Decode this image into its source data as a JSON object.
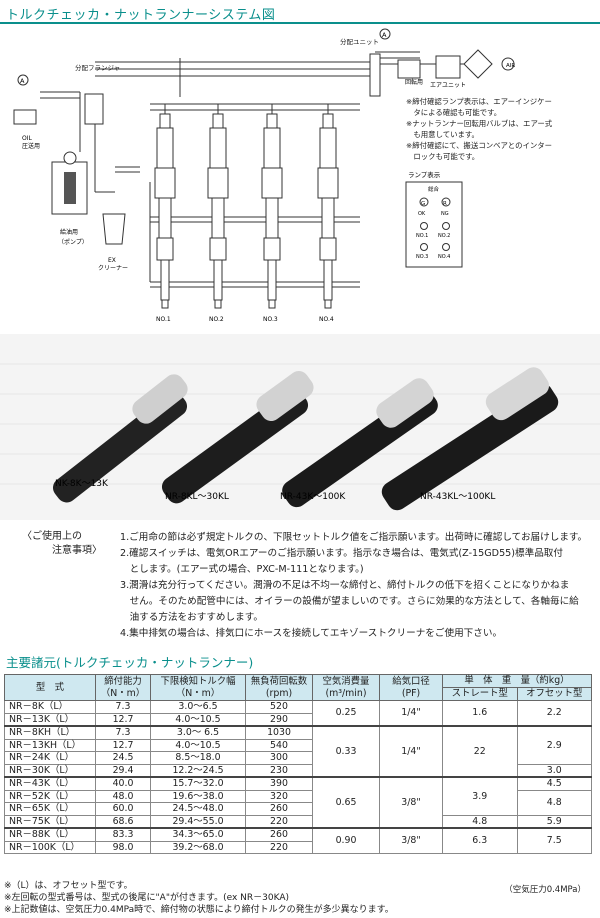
{
  "title": "トルクチェッカ・ナットランナーシステム図",
  "diagram": {
    "labels": {
      "distributor_flange": "分配フランジャ",
      "distributor_unit": "分配ユニット",
      "air": "AIR",
      "oil_line": "OIL\n圧送用",
      "oil_pump": "給油用\n（ポンプ）",
      "ex_cleaner": "EX\nクリーナー",
      "rotation": "回転用",
      "air_unit": "エアユニット",
      "circle_a": "A",
      "lamp_title": "ランプ表示",
      "lamp_overall": "総合",
      "lamp_g": "G",
      "lamp_ok": "OK",
      "lamp_r": "R",
      "lamp_ng": "NG",
      "lamp_no1": "NO.1",
      "lamp_no2": "NO.2",
      "lamp_no3": "NO.3",
      "lamp_no4": "NO.4",
      "units": [
        "NO.1",
        "NO.2",
        "NO.3",
        "NO.4"
      ]
    },
    "notes": [
      "※締付確認ランプ表示は、エアーインジケー",
      "　タによる確認も可能です。",
      "※ナットランナー回転用バルブは、エアー式",
      "　も用意しています。",
      "※締付確認にて、搬送コンベアとのインター",
      "　ロックも可能です。"
    ]
  },
  "photo": {
    "captions": [
      "NK-8K〜13K",
      "NR-8KL〜30KL",
      "NR-43K〜100K",
      "NR-43KL〜100KL"
    ]
  },
  "usage": {
    "label_line1": "〈ご使用上の",
    "label_line2": "注意事項〉",
    "items": [
      "1.ご用命の節は必ず規定トルクの、下限セットトルク値をご指示願います。出荷時に確認してお届けします。",
      "2.確認スイッチは、電気ORエアーのご指示願います。指示なき場合は、電気式(Z-15GD55)標準品取付",
      "　とします。(エアー式の場合、PXC-M-111となります。)",
      "3.潤滑は充分行ってください。潤滑の不足は不均一な締付と、締付トルクの低下を招くことになりかねま",
      "　せん。そのため配管中には、オイラーの設備が望ましいのです。さらに効果的な方法として、各軸毎に給",
      "　油する方法をおすすめします。",
      "4.集中排気の場合は、排気口にホースを接続してエキゾーストクリーナをご使用下さい。"
    ]
  },
  "spec": {
    "title": "主要諸元(トルクチェッカ・ナットランナー)",
    "headers": {
      "model": "型　式",
      "torque": "締付能力\n（N・m）",
      "lower": "下限検知トルク幅\n（N・m）",
      "rpm": "無負荷回転数\n(rpm)",
      "air": "空気消費量\n(m³/min)",
      "port": "給気口径\n(PF)",
      "weight": "単　体　重　量（約kg）",
      "straight": "ストレート型",
      "offset": "オフセット型"
    },
    "rows": [
      [
        "NR－8K（L）",
        "7.3",
        "3.0〜6.5",
        "520"
      ],
      [
        "NR－13K（L）",
        "12.7",
        "4.0〜10.5",
        "290"
      ],
      [
        "NR－8KH（L）",
        "7.3",
        "3.0〜 6.5",
        "1030"
      ],
      [
        "NR－13KH（L）",
        "12.7",
        "4.0〜10.5",
        "540"
      ],
      [
        "NR－24K（L）",
        "24.5",
        "8.5〜18.0",
        "300"
      ],
      [
        "NR－30K（L）",
        "29.4",
        "12.2〜24.5",
        "230"
      ],
      [
        "NR－43K（L）",
        "40.0",
        "15.7〜32.0",
        "390"
      ],
      [
        "NR－52K（L）",
        "48.0",
        "19.6〜38.0",
        "320"
      ],
      [
        "NR－65K（L）",
        "60.0",
        "24.5〜48.0",
        "260"
      ],
      [
        "NR－75K（L）",
        "68.6",
        "29.4〜55.0",
        "220"
      ],
      [
        "NR－88K（L）",
        "83.3",
        "34.3〜65.0",
        "260"
      ],
      [
        "NR－100K（L）",
        "98.0",
        "39.2〜68.0",
        "220"
      ]
    ],
    "groups": {
      "g1_air": "0.25",
      "g1_port": "1/4\"",
      "g1_str": "1.6",
      "g1_off": "2.2",
      "g2_air": "0.33",
      "g2_port": "1/4\"",
      "g2_str": "22",
      "g2_off_a": "2.9",
      "g2_off_b": "3.0",
      "g3_air": "0.65",
      "g3_port": "3/8\"",
      "g3_str_a": "3.9",
      "g3_off_a": "4.5",
      "g3_off_b": "4.8",
      "g3_str_b": "4.8",
      "g3_off_c": "5.9",
      "g4_air": "0.90",
      "g4_port": "3/8\"",
      "g4_str": "6.3",
      "g4_off": "7.5"
    },
    "footnotes": [
      "※（L）は、オフセット型です。",
      "※左回転の型式番号は、型式の後尾に\"A\"が付きます。(ex NR－30KA)",
      "※上記数値は、空気圧力0.4MPa時で、締付物の状態により締付トルクの発生が多少異なります。"
    ],
    "air_pressure": "（空気圧力0.4MPa）"
  }
}
